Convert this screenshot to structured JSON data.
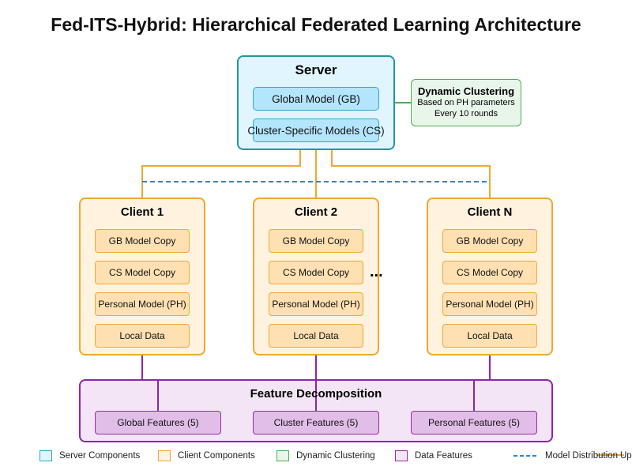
{
  "title": "Fed-ITS-Hybrid: Hierarchical Federated Learning Architecture",
  "server": {
    "title": "Server",
    "global_model": "Global Model (GB)",
    "cluster_models": "Cluster-Specific Models (CS)"
  },
  "clustering": {
    "title": "Dynamic Clustering",
    "line1": "Based on PH parameters",
    "line2": "Every 10 rounds"
  },
  "clients": [
    {
      "title": "Client 1",
      "gb": "GB Model Copy",
      "cs": "CS Model Copy",
      "ph": "Personal Model (PH)",
      "data": "Local Data"
    },
    {
      "title": "Client 2",
      "gb": "GB Model Copy",
      "cs": "CS Model Copy",
      "ph": "Personal Model (PH)",
      "data": "Local Data"
    },
    {
      "title": "Client N",
      "gb": "GB Model Copy",
      "cs": "CS Model Copy",
      "ph": "Personal Model (PH)",
      "data": "Local Data"
    }
  ],
  "ellipsis": "...",
  "features": {
    "title": "Feature Decomposition",
    "global": "Global Features (5)",
    "cluster": "Cluster Features (5)",
    "personal": "Personal Features (5)"
  },
  "legend": {
    "server": "Server Components",
    "client": "Client Components",
    "clustering": "Dynamic Clustering",
    "data": "Data Features",
    "distribution": "Model Distribution",
    "upload": "Up"
  },
  "colors": {
    "server_fill": "#e1f5fe",
    "server_border": "#2196a3",
    "client_fill": "#fff3e0",
    "client_border": "#f0a830",
    "cluster_fill": "#e8f5e9",
    "cluster_border": "#4caf50",
    "feature_fill": "#f3e5f5",
    "feature_border": "#8e24aa",
    "distribution_line": "#1e88e5",
    "upload_line": "#f0a830"
  }
}
